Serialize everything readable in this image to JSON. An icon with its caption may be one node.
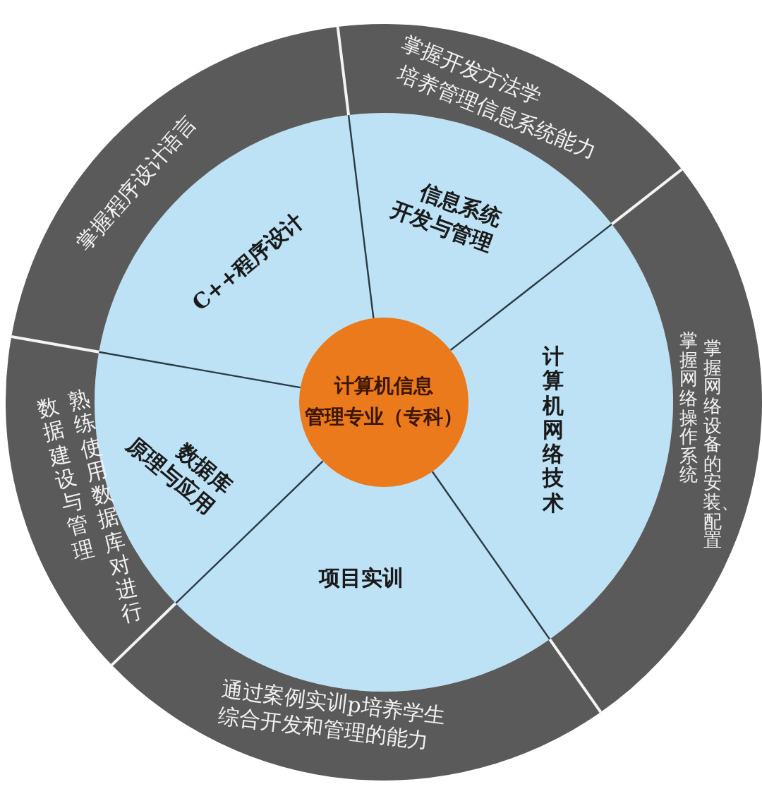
{
  "diagram": {
    "nodes": [
      {
        "text": [
          "计算机信息",
          "管理专业（专科）"
        ]
      },
      {
        "text": [
          "C++程序设计"
        ]
      },
      {
        "text": [
          "信息系统开发与管理"
        ]
      },
      {
        "text": [
          "计算机网络技术"
        ]
      },
      {
        "text": [
          "项目实训"
        ]
      },
      {
        "text": [
          "数据库原理与应用"
        ]
      },
      {
        "text": [
          "掌握程序设计语言"
        ]
      },
      {
        "text": [
          "掌握开发方法学",
          "培养管理信息系统能力"
        ]
      },
      {
        "text": [
          "掌握网络操作系统",
          "掌握网络设备的安装、配置"
        ]
      },
      {
        "text": [
          "通过案例实训p培养学生综合开发和管理的能力"
        ]
      },
      {
        "text": [
          "熟练使用数据库对进行数据建设与管理"
        ]
      }
    ]
  }
}
